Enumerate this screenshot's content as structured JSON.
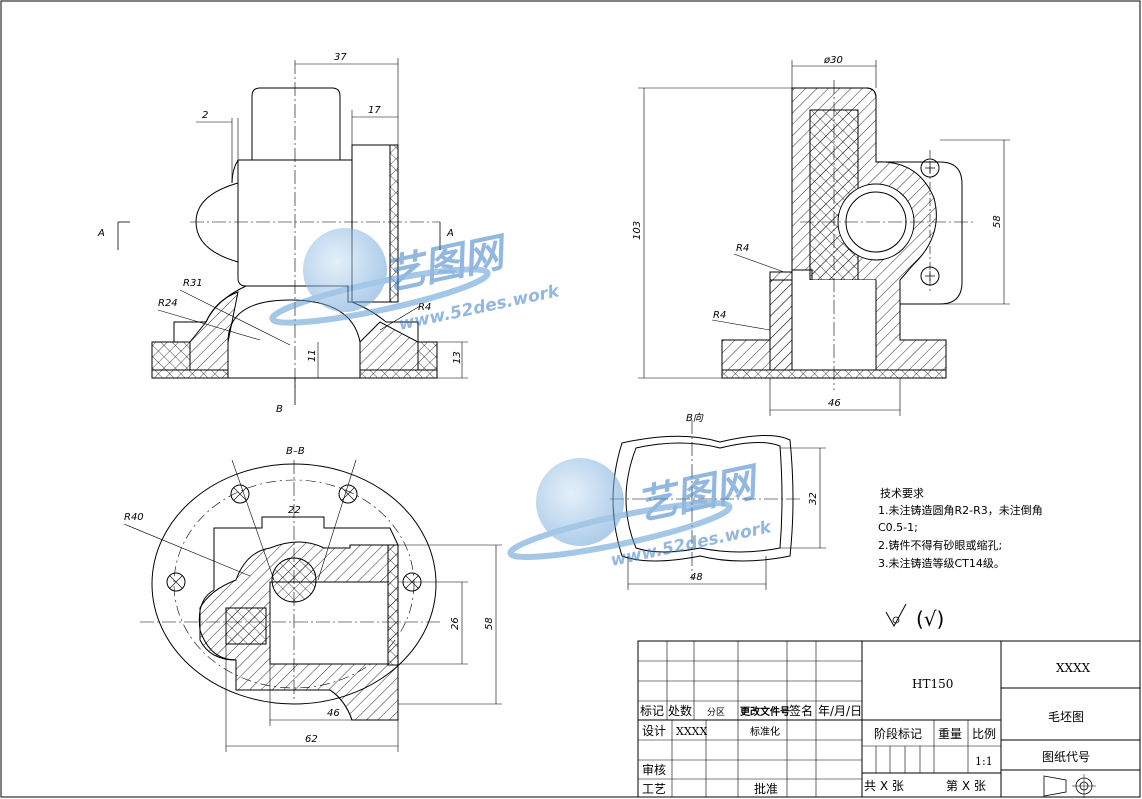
{
  "views": {
    "front": {
      "dims": [
        "37",
        "2",
        "17",
        "R31",
        "R24",
        "R4",
        "11",
        "13"
      ],
      "section_a_left": "A",
      "section_a_right": "A",
      "view_b": "B"
    },
    "side": {
      "dims": [
        "ø30",
        "103",
        "58",
        "46"
      ],
      "radii": [
        "R4",
        "R4"
      ]
    },
    "bottom": {
      "title": "B–B",
      "dims": [
        "R40",
        "22",
        "26",
        "58",
        "46",
        "62"
      ]
    },
    "b_view": {
      "title": "B向",
      "dims": [
        "32",
        "48"
      ]
    }
  },
  "tech_req": {
    "title": "技术要求",
    "lines": [
      "1.未注铸造圆角R2-R3，未注倒角",
      "C0.5-1;",
      "2.铸件不得有砂眼或缩孔;",
      "3.未注铸造等级CT14级。"
    ]
  },
  "roughness": {
    "symbol": "∀",
    "paren": "(√)"
  },
  "title_block": {
    "material": "HT150",
    "company": "XXXX",
    "drawing_name": "毛坯图",
    "drawing_no_label": "图纸代号",
    "headers": [
      "标记",
      "处数",
      "分区",
      "更改文件号",
      "签名",
      "年/月/日"
    ],
    "design_label": "设计",
    "design_value": "XXXX",
    "standard_label": "标准化",
    "review_label": "审核",
    "process_label": "工艺",
    "approve_label": "批准",
    "stage_label": "阶段标记",
    "weight_label": "重量",
    "scale_label": "比例",
    "scale_value": "1:1",
    "total_sheets": "共 X 张",
    "sheet_no": "第 X 张"
  },
  "watermark": {
    "brand": "艺图网",
    "url": "www.52des.work"
  }
}
